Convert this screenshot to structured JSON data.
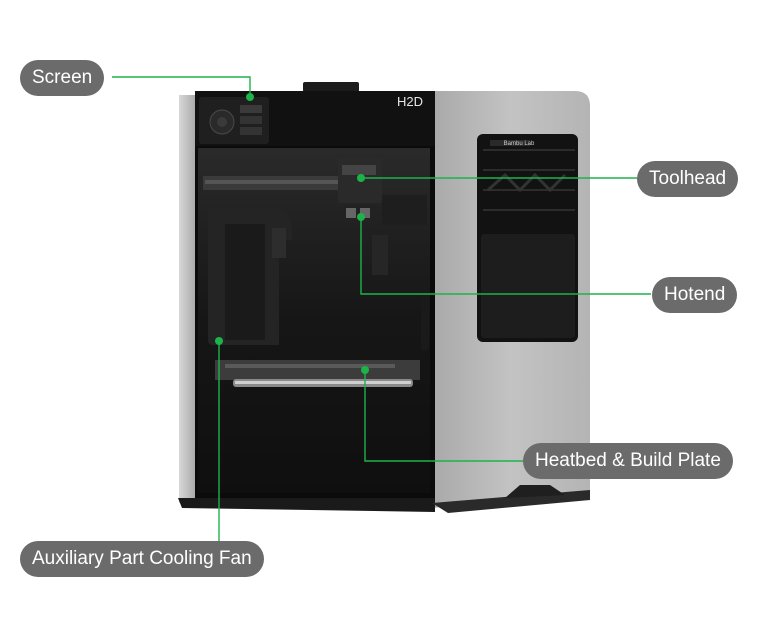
{
  "product": {
    "model_badge": "H2D",
    "brand_badge": "Bambu Lab",
    "window_brand": "Bambu Lab"
  },
  "callouts": [
    {
      "id": "screen",
      "label": "Screen"
    },
    {
      "id": "toolhead",
      "label": "Toolhead"
    },
    {
      "id": "hotend",
      "label": "Hotend"
    },
    {
      "id": "heatbed",
      "label": "Heatbed & Build Plate"
    },
    {
      "id": "aux-fan",
      "label": "Auxiliary Part Cooling Fan"
    }
  ],
  "colors": {
    "callout_bg": "#6b6b6b",
    "callout_text": "#ffffff",
    "leader_line": "#1eb24a",
    "anchor_dot": "#1eb24a"
  }
}
